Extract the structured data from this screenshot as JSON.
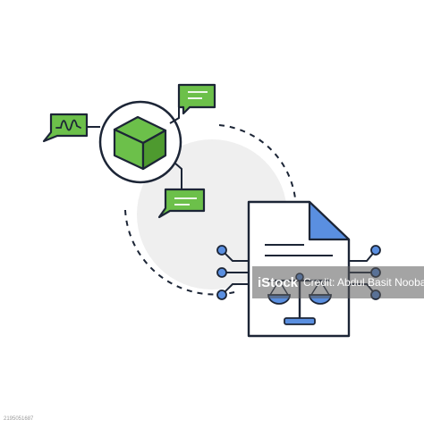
{
  "palette": {
    "outline": "#1c2536",
    "green": "#6cc04a",
    "green_dark": "#4e9a2f",
    "blue": "#5a8fe0",
    "blue_light": "#8fb6f0",
    "grey_bg": "#efefef"
  },
  "icons": {
    "cube": "cube-icon",
    "waveform_bubble": "waveform-chat-bubble-icon",
    "text_bubble_top": "text-chat-bubble-icon",
    "text_bubble_bottom": "text-chat-bubble-icon",
    "document": "document-icon",
    "scales": "balance-scale-icon",
    "circuit_nodes": "circuit-node-icon"
  },
  "watermark": {
    "logo": "iStock",
    "credit": "Credit: Abdul Basit Noobani"
  },
  "stock_id": "2195051687"
}
